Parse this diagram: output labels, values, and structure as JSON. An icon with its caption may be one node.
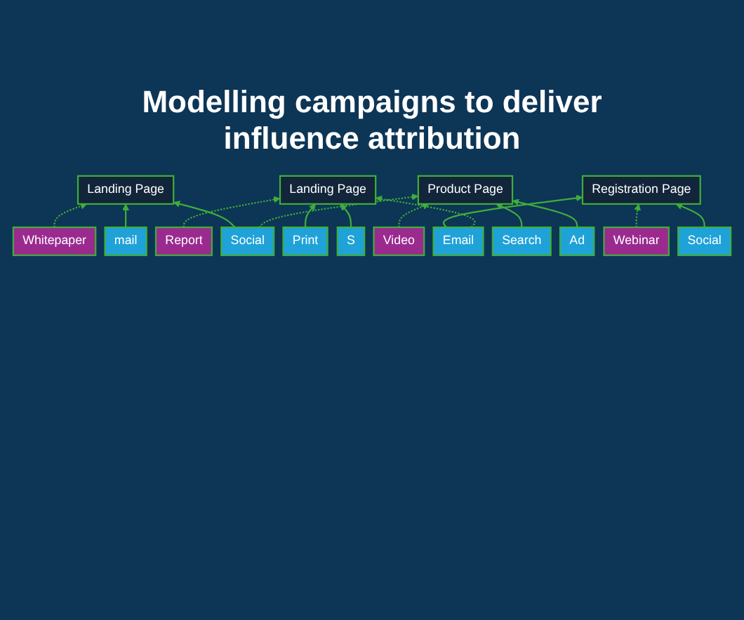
{
  "diagram": {
    "title": "Modelling campaigns to deliver influence attribution",
    "nodes": [
      {
        "text": [
          "Whitepaper"
        ]
      },
      {
        "text": [
          "Landing Page"
        ]
      },
      {
        "text": [
          "Product Page"
        ]
      },
      {
        "text": [
          "Report"
        ]
      },
      {
        "text": [
          "Registration Page"
        ]
      },
      {
        "text": [
          "Landing Page"
        ]
      },
      {
        "text": [
          "Video"
        ]
      },
      {
        "text": [
          "Webinar"
        ]
      },
      {
        "text": [
          "mail"
        ]
      },
      {
        "text": [
          "Social"
        ]
      },
      {
        "text": [
          "Search"
        ]
      },
      {
        "text": [
          "Ad"
        ]
      },
      {
        "text": [
          "Social"
        ]
      },
      {
        "text": [
          "Email"
        ]
      },
      {
        "text": [
          "Print"
        ]
      },
      {
        "text": [
          "S"
        ]
      }
    ],
    "edges": [
      {
        "from": 0,
        "to": 1,
        "arrow": "to",
        "style": "dashed"
      },
      {
        "from": 6,
        "to": 2,
        "arrow": "to",
        "style": "dashed"
      },
      {
        "from": 3,
        "to": 5,
        "arrow": "to",
        "style": "dashed"
      },
      {
        "from": 7,
        "to": 4,
        "arrow": "to",
        "style": "dashed"
      },
      {
        "from": 8,
        "to": 1,
        "arrow": "to"
      },
      {
        "from": 9,
        "to": 1,
        "arrow": "to"
      },
      {
        "from": 9,
        "to": 2,
        "arrow": "to",
        "style": "dashed"
      },
      {
        "from": 10,
        "to": 2,
        "arrow": "to"
      },
      {
        "from": 11,
        "to": 2,
        "arrow": "to"
      },
      {
        "from": 12,
        "to": 4,
        "arrow": "to"
      },
      {
        "from": 13,
        "to": 4,
        "arrow": "to"
      },
      {
        "from": 13,
        "to": 5,
        "arrow": "to",
        "style": "dashed"
      },
      {
        "from": 14,
        "to": 5,
        "arrow": "to"
      },
      {
        "from": 15,
        "to": 5,
        "arrow": "to"
      }
    ]
  }
}
